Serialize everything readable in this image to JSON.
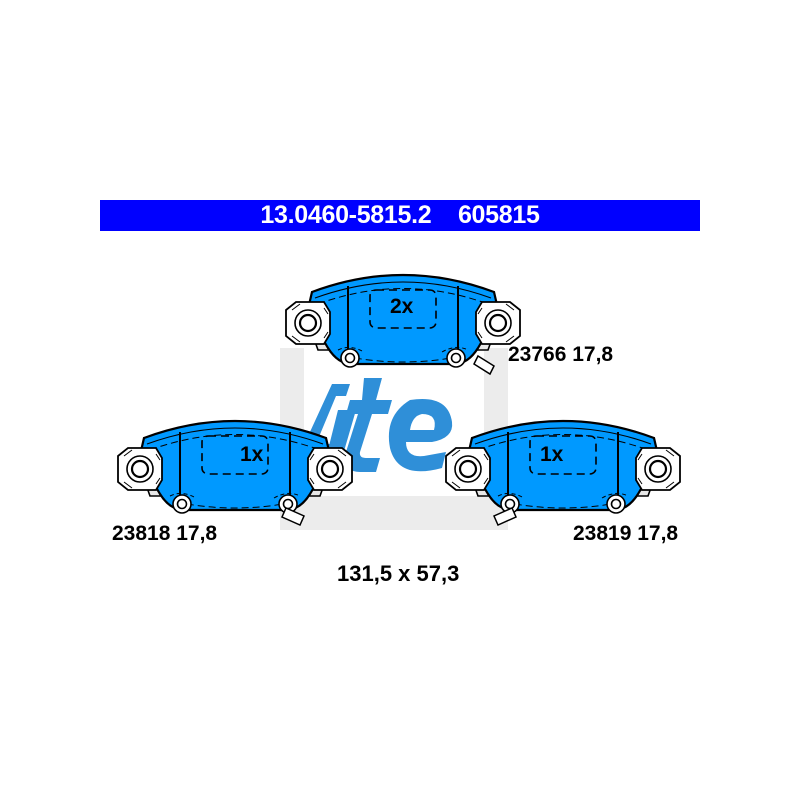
{
  "header": {
    "part_number": "13.0460-5815.2",
    "reference_number": "605815",
    "text": "13.0460-5815.2    605815",
    "background_color": "#0000ff",
    "text_color": "#ffffff"
  },
  "diagram": {
    "title": "ATE brake pad set technical drawing",
    "pad_fill_color": "#0099ff",
    "pad_outline_color": "#000000",
    "watermark_brand": "ate",
    "watermark_band_color": "#eaeaea",
    "watermark_logo_color": "#2f8fd8",
    "pads": [
      {
        "id": "pad-top",
        "name": "top-brake-pad",
        "quantity_label": "2x",
        "part_label": "23766 17,8",
        "part_number": "23766",
        "thickness": "17,8"
      },
      {
        "id": "pad-bottom-left",
        "name": "bottom-left-brake-pad",
        "quantity_label": "1x",
        "part_label": "23818 17,8",
        "part_number": "23818",
        "thickness": "17,8"
      },
      {
        "id": "pad-bottom-right",
        "name": "bottom-right-brake-pad",
        "quantity_label": "1x",
        "part_label": "23819 17,8",
        "part_number": "23819",
        "thickness": "17,8"
      }
    ],
    "dimensions_label": "131,5 x 57,3",
    "width_mm": "131,5",
    "height_mm": "57,3"
  }
}
